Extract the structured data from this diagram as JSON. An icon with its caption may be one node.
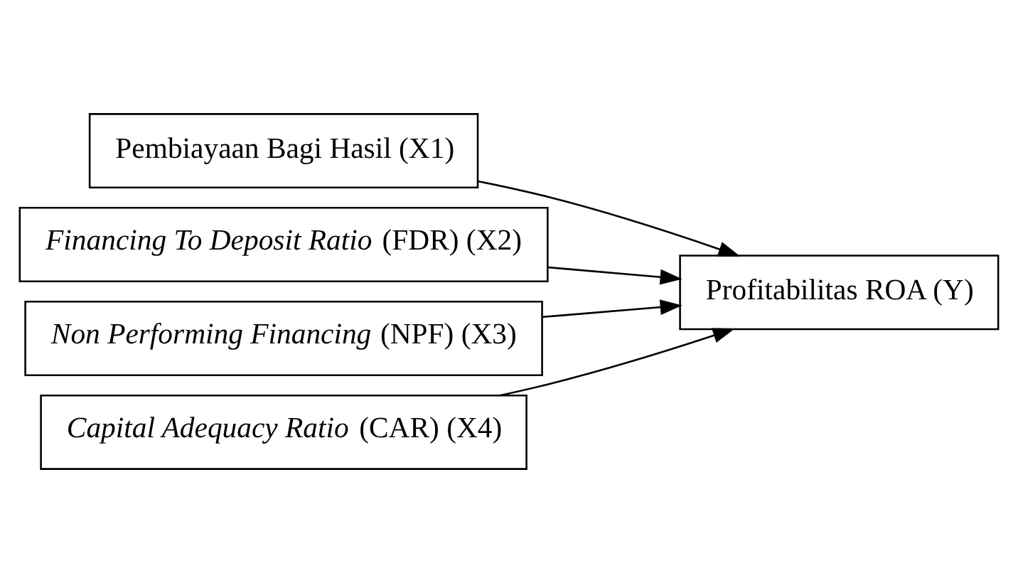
{
  "diagram": {
    "nodes": [
      {
        "text": [
          "Pembiayaan Bagi Hasil (X1)"
        ]
      },
      {
        "text": [
          "*Financing To Deposit Ratio* (FDR) (X2)"
        ]
      },
      {
        "text": [
          "*Non Performing Financing* (NPF) (X3)"
        ]
      },
      {
        "text": [
          "*Capital Adequacy Ratio* (CAR) (X4)"
        ]
      },
      {
        "text": [
          "Profitabilitas ROA (Y)"
        ]
      }
    ],
    "edges": [
      {
        "from": 0,
        "to": 4,
        "arrow": "to"
      },
      {
        "from": 1,
        "to": 4,
        "arrow": "to"
      },
      {
        "from": 2,
        "to": 4,
        "arrow": "to"
      },
      {
        "from": 3,
        "to": 4,
        "arrow": "to"
      }
    ]
  }
}
